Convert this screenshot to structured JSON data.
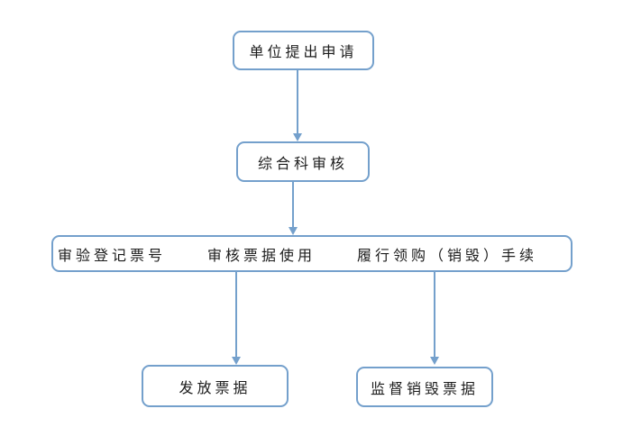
{
  "colors": {
    "accent": "#74a0cc",
    "text": "#1c1c1c",
    "background": "#ffffff"
  },
  "flowchart": {
    "nodes": {
      "apply": {
        "label": "单位提出申请"
      },
      "review": {
        "label": "综合科审核"
      },
      "tasks": {
        "items": [
          {
            "label": "审验登记票号"
          },
          {
            "label": "审核票据使用"
          },
          {
            "label": "履行领购（销毁）手续"
          }
        ]
      },
      "issue": {
        "label": "发放票据"
      },
      "destroy": {
        "label": "监督销毁票据"
      }
    }
  }
}
